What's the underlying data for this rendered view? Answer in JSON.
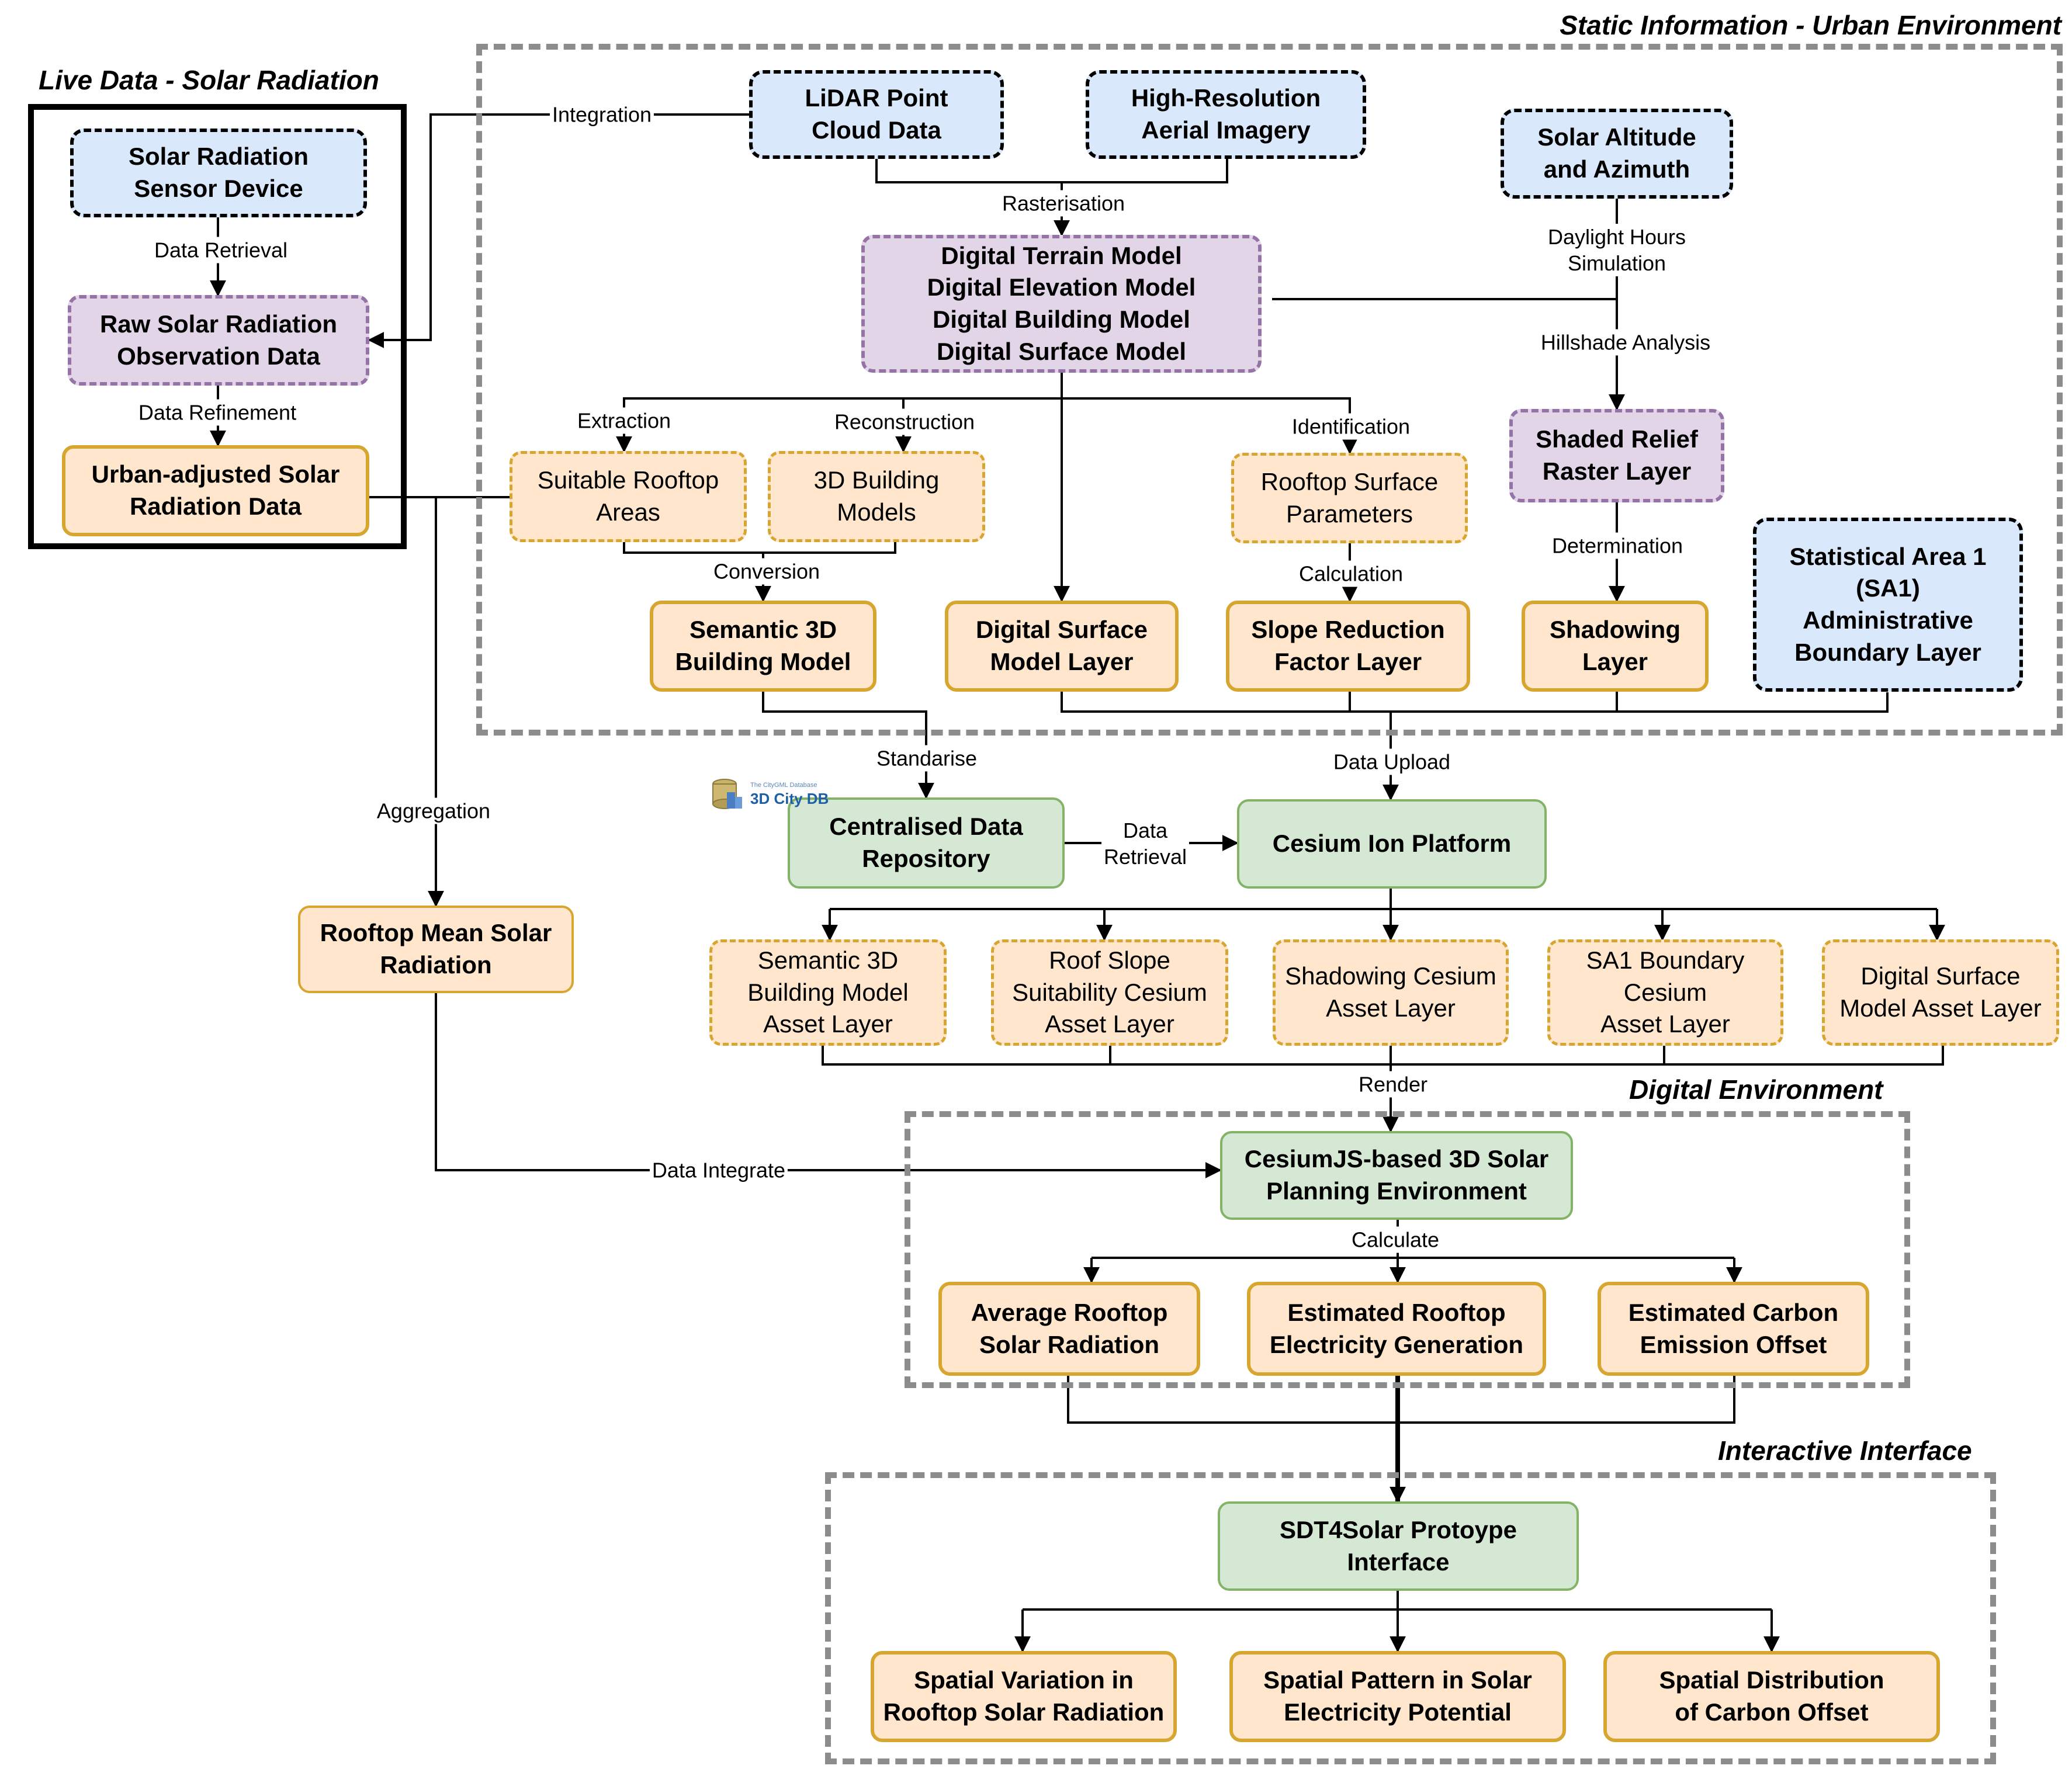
{
  "regions": {
    "static_title": "Static Information - Urban Environment",
    "live_title": "Live Data - Solar Radiation",
    "digital_title": "Digital Environment",
    "interactive_title": "Interactive Interface"
  },
  "nodes": {
    "lidar": "LiDAR Point\nCloud Data",
    "aerial": "High-Resolution\nAerial Imagery",
    "solar_alt": "Solar Altitude\nand Azimuth",
    "sensor": "Solar Radiation\nSensor Device",
    "raw_obs": "Raw Solar Radiation\nObservation Data",
    "urban_adj": "Urban-adjusted Solar\nRadiation Data",
    "dtm": "Digital Terrain Model\nDigital Elevation Model\nDigital Building Model\nDigital Surface Model",
    "shaded_relief": "Shaded Relief\nRaster Layer",
    "rooftop_areas": "Suitable Rooftop\nAreas",
    "building_models": "3D Building\nModels",
    "rooftop_params": "Rooftop Surface\nParameters",
    "sem3d": "Semantic 3D\nBuilding Model",
    "dsm_layer": "Digital Surface\nModel Layer",
    "slope_layer": "Slope Reduction\nFactor Layer",
    "shadow_layer": "Shadowing\nLayer",
    "sa1": "Statistical Area 1\n(SA1)\nAdministrative\nBoundary Layer",
    "repo": "Centralised Data\nRepository",
    "cesium_ion": "Cesium Ion Platform",
    "rooftop_mean": "Rooftop Mean Solar\nRadiation",
    "asset_sem": "Semantic 3D\nBuilding Model\nAsset Layer",
    "asset_slope": "Roof Slope\nSuitability Cesium\nAsset Layer",
    "asset_shadow": "Shadowing Cesium\nAsset Layer",
    "asset_sa1": "SA1 Boundary\nCesium\nAsset Layer",
    "asset_dsm": "Digital Surface\nModel Asset Layer",
    "cesiumjs": "CesiumJS-based 3D Solar\nPlanning Environment",
    "avg_rad": "Average Rooftop\nSolar Radiation",
    "est_elec": "Estimated Rooftop\nElectricity Generation",
    "est_carbon": "Estimated Carbon\nEmission Offset",
    "sdt4solar": "SDT4Solar Protoype\nInterface",
    "spatial_var": "Spatial Variation in\nRooftop Solar Radiation",
    "spatial_pat": "Spatial Pattern in Solar\nElectricity Potential",
    "spatial_dist": "Spatial Distribution\nof Carbon Offset"
  },
  "edge_labels": {
    "integration": "Integration",
    "rasterisation": "Rasterisation",
    "daylight": "Daylight Hours\nSimulation",
    "hillshade": "Hillshade Analysis",
    "data_retrieval_live": "Data Retrieval",
    "data_refinement": "Data Refinement",
    "extraction": "Extraction",
    "reconstruction": "Reconstruction",
    "identification": "Identification",
    "determination": "Determination",
    "conversion": "Conversion",
    "calculation": "Calculation",
    "standarise": "Standarise",
    "data_upload": "Data Upload",
    "aggregation": "Aggregation",
    "data_retrieval_repo": "Data\nRetrieval",
    "render": "Render",
    "data_integrate": "Data Integrate",
    "calculate": "Calculate"
  },
  "logo": {
    "small_text": "The CityGML Database",
    "text": "3D City DB"
  }
}
